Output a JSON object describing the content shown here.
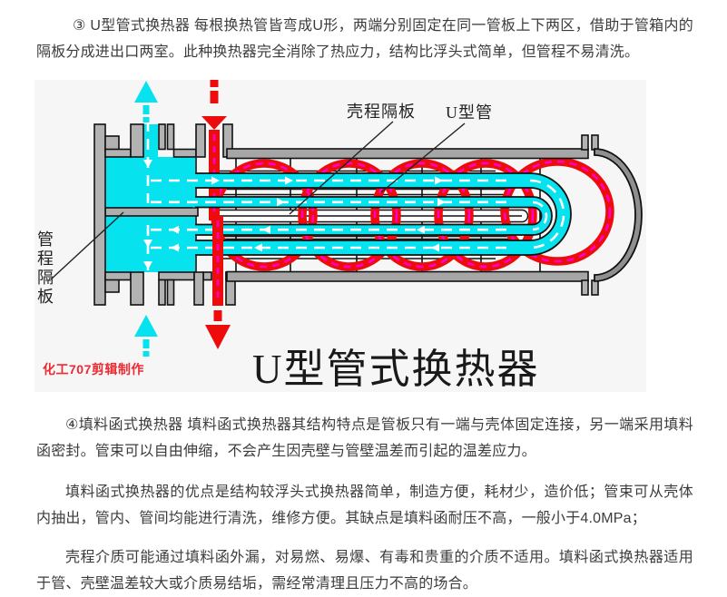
{
  "document": {
    "paragraphs": [
      "③ U型管式换热器 每根换热管皆弯成U形，两端分别固定在同一管板上下两区，借助于管箱内的隔板分成进出口两室。此种换热器完全消除了热应力，结构比浮头式简单，但管程不易清洗。",
      "④填料函式换热器 填料函式换热器其结构特点是管板只有一端与壳体固定连接，另一端采用填料函密封。管束可以自由伸缩，不会产生因壳壁与管壁温差而引起的温差应力。",
      "填料函式换热器的优点是结构较浮头式换热器简单，制造方便，耗材少，造价低；管束可从壳体内抽出，管内、管间均能进行清洗，维修方便。其缺点是填料函耐压不高，一般小于4.0MPa；",
      "壳程介质可能通过填料函外漏，对易燃、易爆、有毒和贵重的介质不适用。填料函式换热器适用于管、壳壁温差较大或介质易结垢，需经常清理且压力不高的场合。"
    ]
  },
  "diagram": {
    "caption": "U型管式换热器",
    "credit": "化工707剪辑制作",
    "labels": {
      "shell_baffle": "壳程隔板",
      "u_tube": "U型管",
      "tube_pass_partition": "管程隔板"
    },
    "icons": {
      "tube_side_top_arrow": "cyan-up-arrow",
      "tube_side_bottom_arrow": "cyan-up-arrow",
      "shell_side_inlet_arrow": "red-down-arrow",
      "shell_side_outlet_arrow": "red-down-arrow"
    },
    "colors": {
      "tube_side_fluid": "#06e3ef",
      "shell_side_fluid": "#ed0c0c",
      "shell_flow_dash": "#ff00c8",
      "tube_flow_dash": "#ffffff",
      "metal": "#b2b2b2",
      "shell_head_metal": "#8f8f8f",
      "panel_background": "#f6f6f6",
      "body_text": "#3c3c3c",
      "caption_text": "#1a1a1a",
      "credit_text": "#ea2b33"
    }
  }
}
